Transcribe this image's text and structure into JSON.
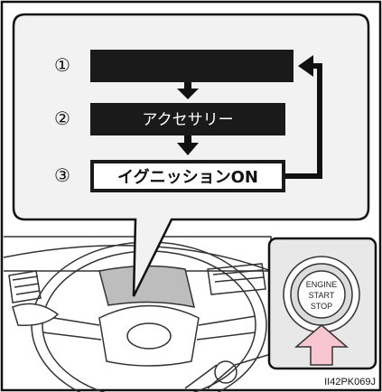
{
  "steps": [
    {
      "number": "①",
      "label": ""
    },
    {
      "number": "②",
      "label": "アクセサリー"
    },
    {
      "number": "③",
      "label": "イグニッションON"
    }
  ],
  "button": {
    "line1": "ENGINE",
    "line2": "START",
    "line3": "STOP"
  },
  "figure_code": "II42PK069J",
  "colors": {
    "box_dark": "#1a1a1a",
    "callout_fill": "#f2f2f2",
    "arrow_pink": "#f7c6d0",
    "line": "#111111"
  }
}
